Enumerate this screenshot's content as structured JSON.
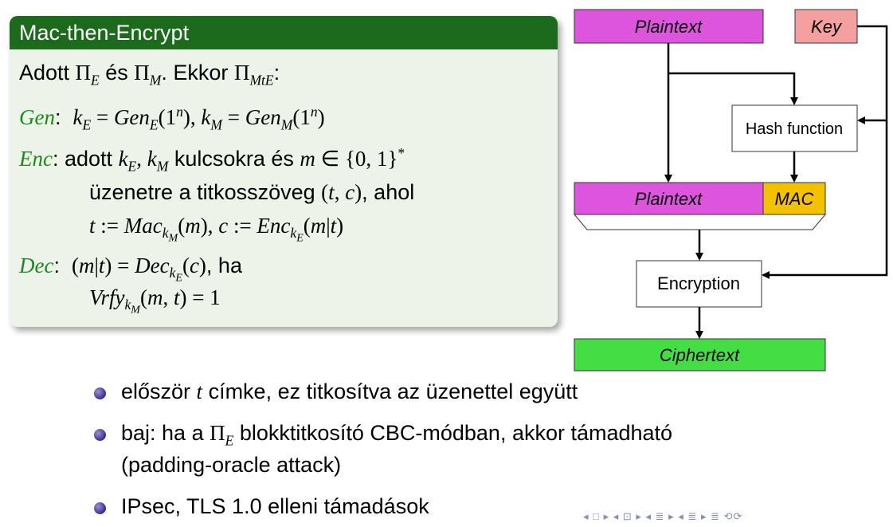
{
  "block": {
    "title": "Mac-then-Encrypt",
    "intro_prefix": "Adott ",
    "intro_pi_e": "Π",
    "intro_pi_e_sub": "E",
    "intro_and": " és ",
    "intro_pi_m": "Π",
    "intro_pi_m_sub": "M",
    "intro_then": ". Ekkor ",
    "intro_pi_mte": "Π",
    "intro_pi_mte_sub": "MtE",
    "intro_colon": ":",
    "gen_kw": "Gen",
    "gen_formula": "k",
    "enc_kw": "Enc",
    "enc_text1": " adott ",
    "enc_text2": " kulcsokra és ",
    "enc_line2": "üzenetre a titkosszöveg ",
    "enc_line2b": ", ahol",
    "dec_kw": "Dec",
    "dec_ha": ", ha"
  },
  "diagram": {
    "plaintext_top": "Plaintext",
    "key": "Key",
    "hash_function": "Hash function",
    "plaintext_mid": "Plaintext",
    "mac": "MAC",
    "encryption": "Encryption",
    "ciphertext": "Ciphertext",
    "colors": {
      "magenta": "#dd55dd",
      "key": "#f5a0a0",
      "mac": "#f2c200",
      "cipher": "#44dd44"
    }
  },
  "bullets": [
    {
      "pre": "először ",
      "math": "t",
      "post": " címke, ez titkosítva az üzenettel együtt"
    },
    {
      "pre": "baj: ha a ",
      "math": "Π",
      "sub": "E",
      "post": " blokktitkosító CBC-módban, akkor támadható"
    },
    {
      "pre": "(padding-oracle attack)",
      "math": "",
      "post": ""
    },
    {
      "pre": "IPsec, TLS 1.0 elleni támadások",
      "math": "",
      "post": ""
    }
  ],
  "nav": "◂ □ ▸ ◂ ⊡ ▸ ◂ ≣ ▸ ◂ ≣ ▸   ≣   ⟲⟳"
}
